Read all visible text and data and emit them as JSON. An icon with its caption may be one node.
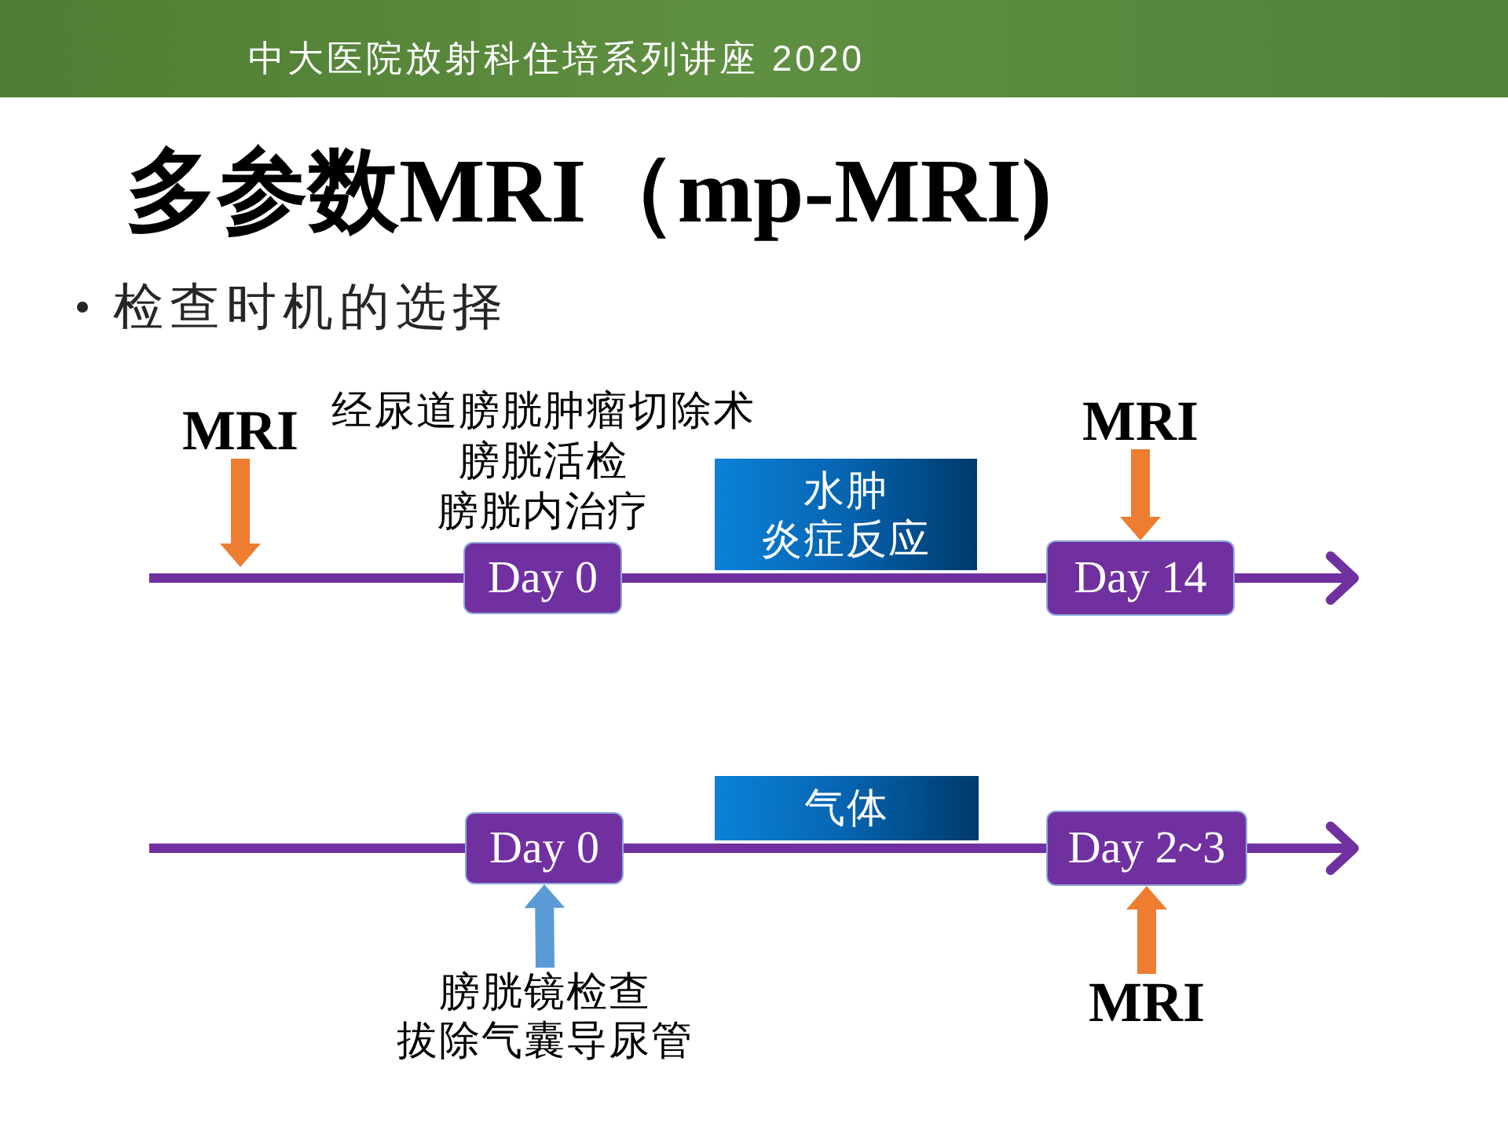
{
  "diagram": {
    "title": "多参数MRI（mp-MRI)",
    "nodes": [
      {
        "text": [
          "MRI"
        ]
      },
      {
        "text": [
          "Day 0"
        ],
        "beside": [
          "经尿道膀胱肿瘤切除术",
          "膀胱活检",
          "膀胱内治疗"
        ]
      },
      {
        "text": [
          "水肿",
          "炎症反应"
        ]
      },
      {
        "text": [
          "MRI"
        ]
      },
      {
        "text": [
          "Day 14"
        ]
      },
      {
        "text": [
          "气体"
        ]
      },
      {
        "text": [
          "Day 0"
        ]
      },
      {
        "text": [
          "Day 2~3"
        ]
      },
      {
        "text": [
          "膀胱镜检查",
          "拔除气囊导尿管"
        ]
      },
      {
        "text": [
          "MRI"
        ]
      }
    ],
    "edges": [
      {
        "from": null,
        "to": 1,
        "arrow": "none"
      },
      {
        "from": 1,
        "to": 4,
        "arrow": "none"
      },
      {
        "from": 4,
        "to": null,
        "arrow": "to"
      },
      {
        "from": null,
        "to": 6,
        "arrow": "none"
      },
      {
        "from": 6,
        "to": 7,
        "arrow": "none"
      },
      {
        "from": 7,
        "to": null,
        "arrow": "to"
      },
      {
        "from": 0,
        "to": null,
        "arrow": "to",
        "style": "thick",
        "color": "#ed7d31"
      },
      {
        "from": 3,
        "to": 4,
        "arrow": "to",
        "style": "thick",
        "color": "#ed7d31"
      },
      {
        "from": 8,
        "to": 6,
        "arrow": "to",
        "style": "thick",
        "color": "#5b9bd5"
      },
      {
        "from": 9,
        "to": 7,
        "arrow": "to",
        "style": "thick",
        "color": "#ed7d31"
      }
    ],
    "labels": [
      "中大医院放射科住培系列讲座 2020",
      "检查时机的选择"
    ]
  }
}
